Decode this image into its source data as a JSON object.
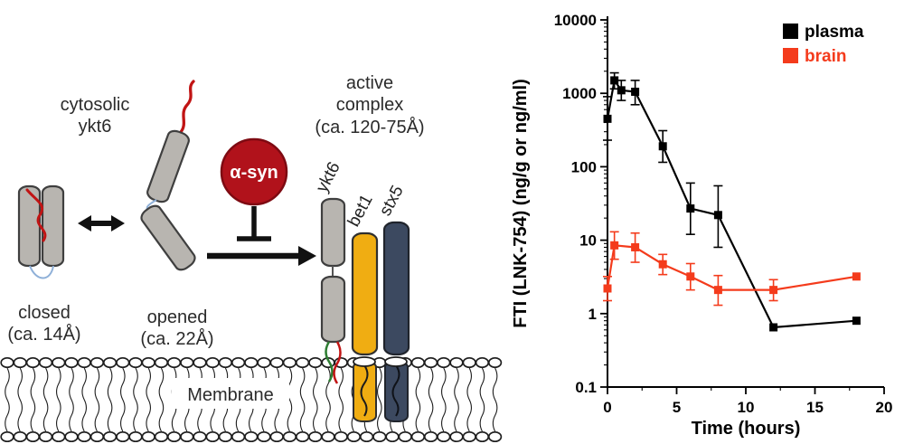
{
  "diagram": {
    "cytosolic_label_line1": "cytosolic",
    "cytosolic_label_line2": "ykt6",
    "closed_label_line1": "closed",
    "closed_label_line2": "(ca. 14Å)",
    "opened_label_line1": "opened",
    "opened_label_line2": "(ca. 22Å)",
    "alpha_syn_label": "α-syn",
    "active_complex_line1": "active",
    "active_complex_line2": "complex",
    "active_complex_line3": "(ca. 120-75Å)",
    "complex_labels": {
      "ykt6": "ykt6",
      "bet1": "bet1",
      "stx5": "stx5"
    },
    "membrane_label": "Membrane",
    "colors": {
      "cylinder_gray": "#b8b5b0",
      "bet1_yellow": "#f0ad12",
      "stx5_navy": "#3c4960",
      "alpha_syn_red": "#b1121b",
      "snare_motif_red": "#c11414"
    }
  },
  "chart_data": {
    "type": "line",
    "title": "",
    "xlabel": "Time (hours)",
    "ylabel": "FTI (LNK-754) (ng/g or ng/ml)",
    "yscale": "log",
    "xlim": [
      0,
      20
    ],
    "ylim": [
      0.1,
      10000
    ],
    "x_ticks": [
      0,
      5,
      10,
      15,
      20
    ],
    "y_ticks": [
      0.1,
      1,
      10,
      100,
      1000,
      10000
    ],
    "y_tick_labels": [
      "0.1",
      "1",
      "10",
      "100",
      "1000",
      "10000"
    ],
    "grid": false,
    "legend_position": "top-right",
    "series": [
      {
        "name": "plasma",
        "color": "#000000",
        "points": [
          {
            "x": 0,
            "y": 450,
            "lo": 230,
            "hi": 900
          },
          {
            "x": 0.5,
            "y": 1500,
            "lo": 1150,
            "hi": 1900
          },
          {
            "x": 1,
            "y": 1100,
            "lo": 800,
            "hi": 1500
          },
          {
            "x": 2,
            "y": 1050,
            "lo": 700,
            "hi": 1500
          },
          {
            "x": 4,
            "y": 190,
            "lo": 115,
            "hi": 310
          },
          {
            "x": 6,
            "y": 27,
            "lo": 12,
            "hi": 60
          },
          {
            "x": 8,
            "y": 22,
            "lo": 8,
            "hi": 55
          },
          {
            "x": 12,
            "y": 0.65
          },
          {
            "x": 18,
            "y": 0.8
          }
        ]
      },
      {
        "name": "brain",
        "color": "#f43b1c",
        "points": [
          {
            "x": 0,
            "y": 2.2,
            "lo": 1.5,
            "hi": 3.2
          },
          {
            "x": 0.5,
            "y": 8.5,
            "lo": 5.5,
            "hi": 13
          },
          {
            "x": 2,
            "y": 8,
            "lo": 5,
            "hi": 12.5
          },
          {
            "x": 4,
            "y": 4.7,
            "lo": 3.4,
            "hi": 6.4
          },
          {
            "x": 6,
            "y": 3.2,
            "lo": 2.1,
            "hi": 4.8
          },
          {
            "x": 8,
            "y": 2.1,
            "lo": 1.3,
            "hi": 3.3
          },
          {
            "x": 12,
            "y": 2.1,
            "lo": 1.5,
            "hi": 2.9
          },
          {
            "x": 18,
            "y": 3.2
          }
        ]
      }
    ]
  }
}
